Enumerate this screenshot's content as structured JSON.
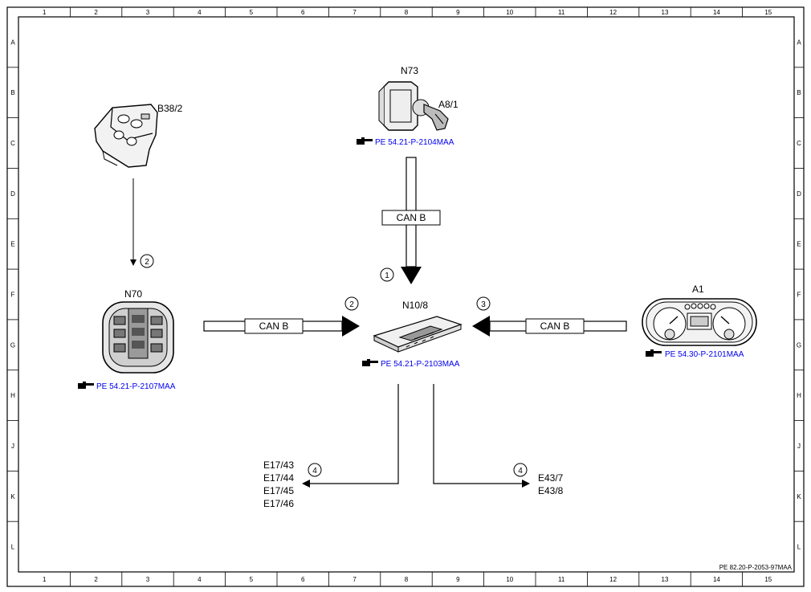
{
  "frame": {
    "columns": [
      "1",
      "2",
      "3",
      "4",
      "5",
      "6",
      "7",
      "8",
      "9",
      "10",
      "11",
      "12",
      "13",
      "14",
      "15"
    ],
    "rows": [
      "A",
      "B",
      "C",
      "D",
      "E",
      "F",
      "G",
      "H",
      "J",
      "K",
      "L"
    ]
  },
  "components": {
    "b38_2": {
      "label": "B38/2",
      "icon": "rain-light-sensor-icon"
    },
    "n73": {
      "label": "N73",
      "icon": "ignition-switch-icon",
      "sub_label": "A8/1",
      "ref": "PE 54.21-P-2104MAA"
    },
    "n70": {
      "label": "N70",
      "icon": "overhead-control-panel-icon",
      "ref": "PE 54.21-P-2107MAA"
    },
    "n10_8": {
      "label": "N10/8",
      "icon": "control-module-icon",
      "ref": "PE 54.21-P-2103MAA"
    },
    "a1": {
      "label": "A1",
      "icon": "instrument-cluster-icon",
      "ref": "PE 54.30-P-2101MAA"
    }
  },
  "connections": {
    "can_top": "CAN B",
    "can_left": "CAN B",
    "can_right": "CAN B"
  },
  "markers": {
    "m1": "1",
    "m2_top": "2",
    "m2_mid": "2",
    "m3": "3",
    "m4_left": "4",
    "m4_right": "4"
  },
  "outputs": {
    "left": [
      "E17/43",
      "E17/44",
      "E17/45",
      "E17/46"
    ],
    "right": [
      "E43/7",
      "E43/8"
    ]
  },
  "doc_id": "PE 82.20-P-2053-97MAA"
}
